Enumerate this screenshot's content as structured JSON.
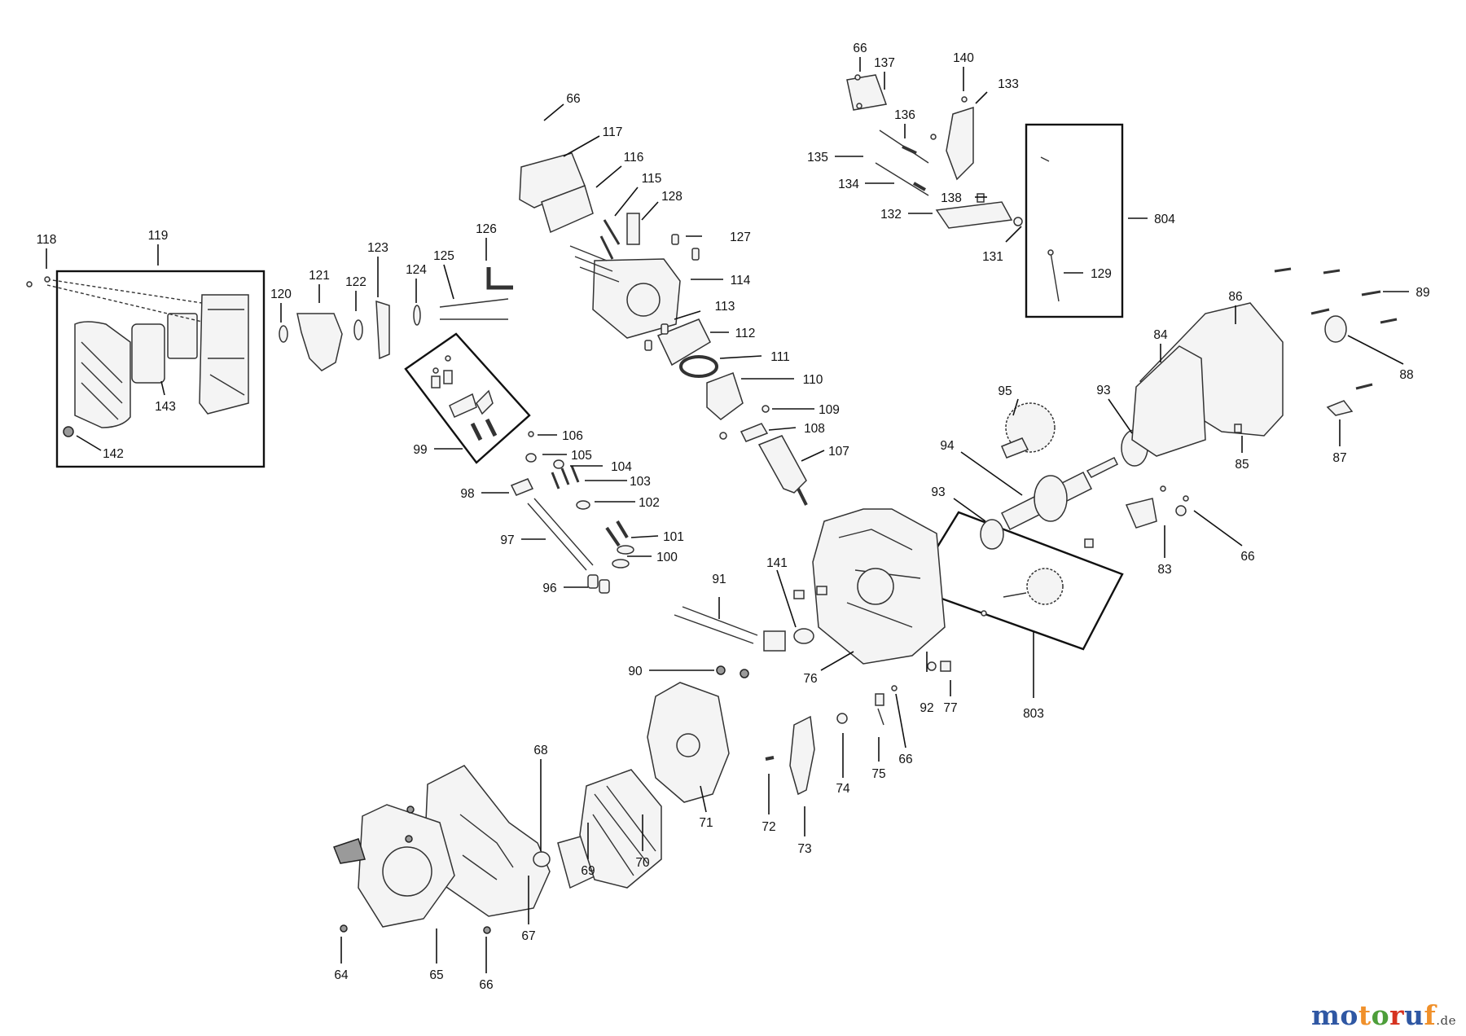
{
  "colors": {
    "ink": "#111111",
    "part": "#f4f4f4",
    "watermark_blue": "#2f57a3",
    "watermark_green": "#4d9e3a",
    "watermark_orange": "#f0902a",
    "watermark_red": "#d6321f"
  },
  "labels": [
    "64",
    "65",
    "66",
    "67",
    "68",
    "69",
    "70",
    "71",
    "72",
    "73",
    "74",
    "75",
    "76",
    "77",
    "83",
    "84",
    "85",
    "86",
    "87",
    "88",
    "89",
    "90",
    "91",
    "92",
    "93",
    "94",
    "95",
    "96",
    "97",
    "98",
    "99",
    "100",
    "101",
    "102",
    "103",
    "104",
    "105",
    "106",
    "107",
    "108",
    "109",
    "110",
    "111",
    "112",
    "113",
    "114",
    "115",
    "116",
    "117",
    "118",
    "119",
    "120",
    "121",
    "122",
    "123",
    "124",
    "125",
    "126",
    "127",
    "128",
    "129",
    "131",
    "132",
    "133",
    "134",
    "135",
    "136",
    "137",
    "138",
    "140",
    "141",
    "142",
    "143",
    "803",
    "804"
  ],
  "watermark": {
    "letters": [
      "m",
      "o",
      "t",
      "o",
      "r",
      "u",
      "f"
    ],
    "suffix": ".de"
  }
}
